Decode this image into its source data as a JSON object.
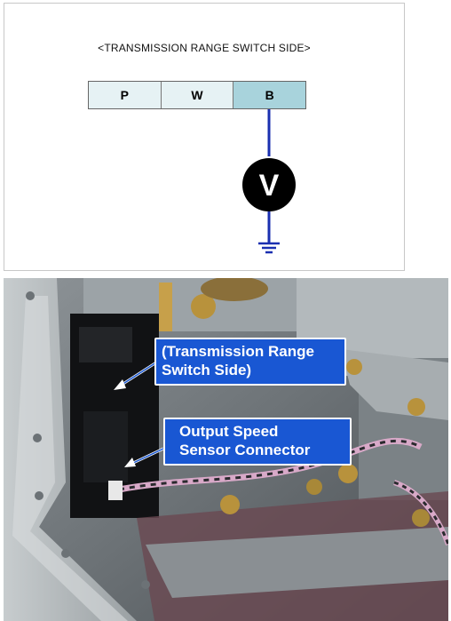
{
  "diagram": {
    "title": "<TRANSMISSION RANGE SWITCH SIDE>",
    "pins": [
      "P",
      "W",
      "B"
    ],
    "meter_symbol": "V",
    "colors": {
      "wire": "#1a2fb0",
      "pin_highlight": "#a8d3dc",
      "pin_base": "#e6f2f4"
    }
  },
  "photo": {
    "callouts": {
      "range_switch": "(Transmission Range\nSwitch Side)",
      "speed_sensor": "Output Speed\nSensor Connector"
    },
    "colors": {
      "callout_bg": "#1957d3"
    }
  }
}
